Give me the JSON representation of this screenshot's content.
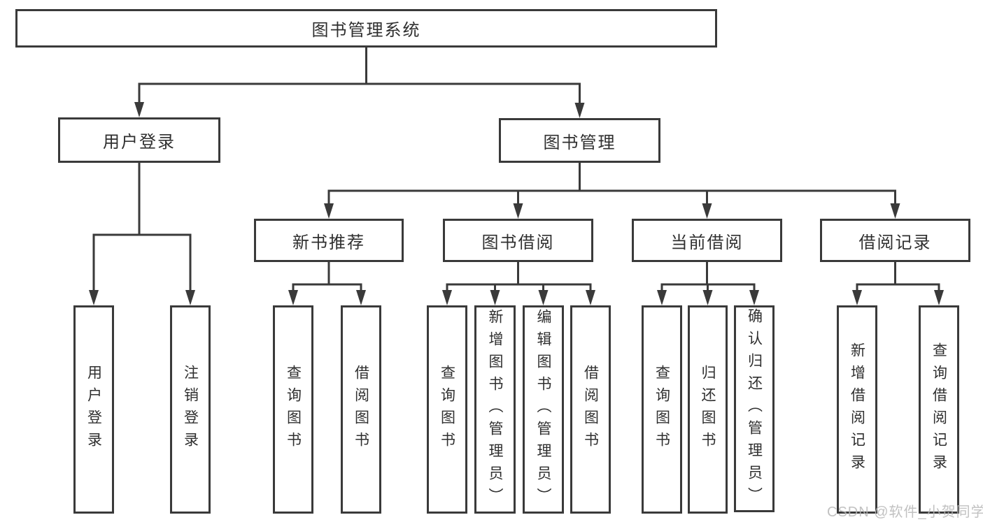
{
  "nodes": {
    "root": {
      "label": "图书管理系统"
    },
    "user_login": {
      "label": "用户登录"
    },
    "book_mgmt": {
      "label": "图书管理"
    },
    "login": {
      "label": "用户登录"
    },
    "logout": {
      "label": "注销登录"
    },
    "new_book_rec": {
      "label": "新书推荐"
    },
    "book_borrow": {
      "label": "图书借阅"
    },
    "current_borrow": {
      "label": "当前借阅"
    },
    "borrow_record": {
      "label": "借阅记录"
    },
    "nbr_query": {
      "label": "查询图书"
    },
    "nbr_borrow": {
      "label": "借阅图书"
    },
    "bb_query": {
      "label": "查询图书"
    },
    "bb_add": {
      "label": "新增图书（管理员）"
    },
    "bb_edit": {
      "label": "编辑图书（管理员）"
    },
    "bb_borrow": {
      "label": "借阅图书"
    },
    "cb_query": {
      "label": "查询图书"
    },
    "cb_return": {
      "label": "归还图书"
    },
    "cb_confirm": {
      "label": "确认归还（管理员）"
    },
    "br_add": {
      "label": "新增借阅记录"
    },
    "br_query": {
      "label": "查询借阅记录"
    }
  },
  "watermark": {
    "text": "CSDN @软件_小贺同学"
  },
  "colors": {
    "line": "#3a3a3a",
    "text": "#2f2f2f",
    "watermark": "#b7b7b7",
    "background": "#ffffff"
  }
}
